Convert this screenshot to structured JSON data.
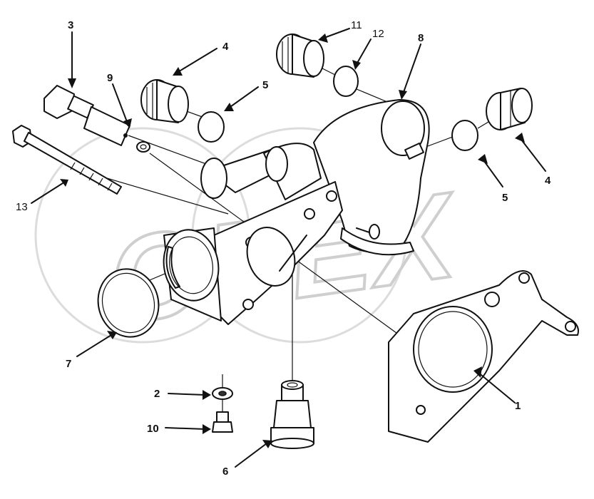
{
  "watermark": {
    "text": "OPEX"
  },
  "corner_note": "",
  "callouts": [
    {
      "id": "1",
      "label": "1"
    },
    {
      "id": "2",
      "label": "2"
    },
    {
      "id": "3",
      "label": "3"
    },
    {
      "id": "4a",
      "label": "4"
    },
    {
      "id": "4b",
      "label": "4"
    },
    {
      "id": "5a",
      "label": "5"
    },
    {
      "id": "5b",
      "label": "5"
    },
    {
      "id": "6",
      "label": "6"
    },
    {
      "id": "7",
      "label": "7"
    },
    {
      "id": "8",
      "label": "8"
    },
    {
      "id": "9",
      "label": "9"
    },
    {
      "id": "10",
      "label": "10"
    },
    {
      "id": "11",
      "label": "11"
    },
    {
      "id": "12",
      "label": "12"
    },
    {
      "id": "13",
      "label": "13"
    }
  ],
  "colors": {
    "ink": "#111111",
    "watermark": "#cfcfcf",
    "background": "#ffffff"
  }
}
